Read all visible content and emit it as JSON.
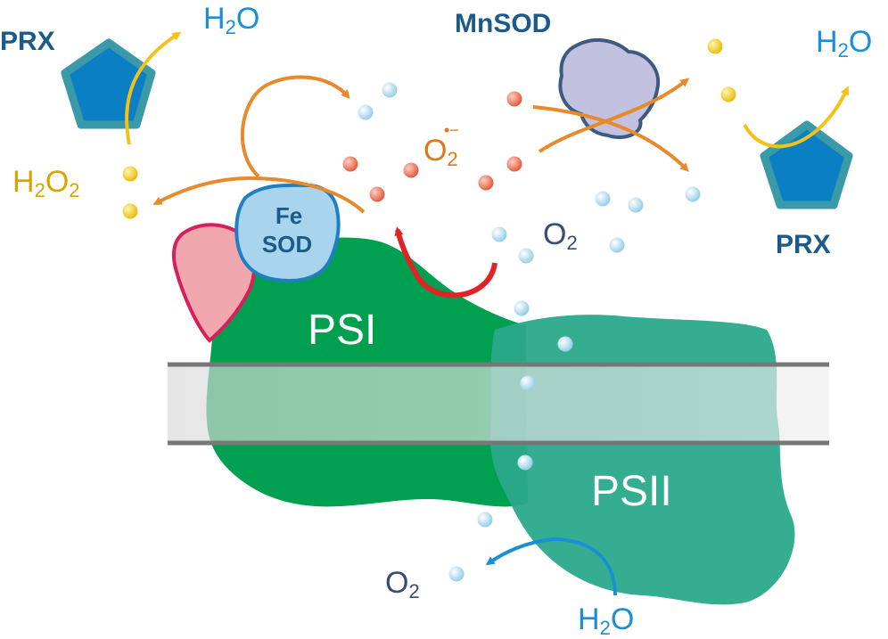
{
  "labels": {
    "prx_left": "PRX",
    "prx_right": "PRX",
    "mnsod": "MnSOD",
    "fesod_line1": "Fe",
    "fesod_line2": "SOD",
    "psi": "PSI",
    "psii": "PSII",
    "h2o_top_left": {
      "base": "H",
      "sub": "2",
      "tail": "O"
    },
    "h2o_top_right": {
      "base": "H",
      "sub": "2",
      "tail": "O"
    },
    "h2o_bottom": {
      "base": "H",
      "sub": "2",
      "tail": "O"
    },
    "h2o2_left": {
      "base": "H",
      "sub1": "2",
      "mid": "O",
      "sub2": "2"
    },
    "o2_middle": {
      "base": "O",
      "sub": "2"
    },
    "o2_bottom": {
      "base": "O",
      "sub": "2"
    },
    "superoxide": {
      "base": "O",
      "sub": "2",
      "sup": "•−"
    }
  },
  "colors": {
    "psi": "#00a050",
    "psii": "#2aa98a",
    "prx_fill": "#0a7fc4",
    "prx_border": "#3a9aa8",
    "mnsod_fill": "#c2c2e0",
    "mnsod_border": "#3d5a80",
    "fesod_fill": "#a8d4ee",
    "fesod_border": "#1f7fc0",
    "pink_fill": "#f0a8ae",
    "pink_border": "#d81f5b",
    "orange_arrow": "#e8892a",
    "yellow_arrow": "#f2c21a",
    "red_arrow": "#e32228",
    "blue_arrow": "#1a8fd6",
    "label_blue": "#1a8fd6",
    "label_darkblue": "#1c5a8a",
    "label_navy": "#3a4a7a",
    "label_yellow": "#d9a400",
    "label_orange": "#e0761a"
  }
}
